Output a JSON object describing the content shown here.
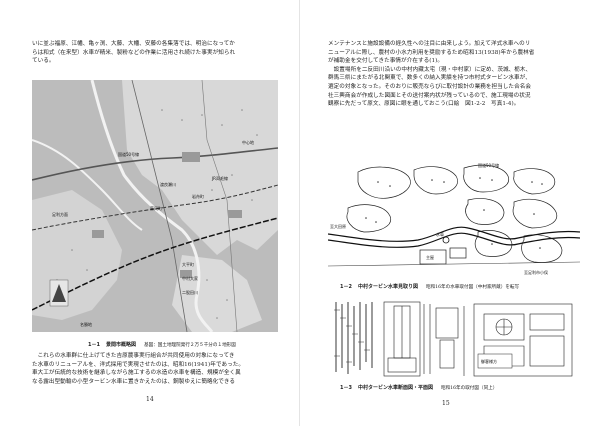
{
  "left_page": {
    "top_paragraph": "いに並ぶ福原、江幡、亀ヶ渕、大藤、大幡、安藤の各集落では、明治になってか\nらは和式（在来型）水車が精米、製粉などの作業に活用され続けた事実が知られ\nている。",
    "map_labels": {
      "road1": "国道50号線",
      "area1": "中心地",
      "area2": "JR両毛線",
      "area3": "岩舟町",
      "area4": "足利方面",
      "area5": "渡良瀬川",
      "area6": "藤岡町",
      "area7": "大平町",
      "area8": "中村大家",
      "area9": "二股田川",
      "area10": "名勝地"
    },
    "caption": {
      "number": "1－1",
      "title": "景間市概略図",
      "source": "基図：国土地理院発行２万５千分の１地形図"
    },
    "bottom_paragraph": "　これらの水車群に仕上げてきた吉原農事実行組合が共同使用の対象になってき\nた水車のリニューアルを、洋式採用で実現させたのは、昭和16(1941)年であった。\n車大工が伝統的な技術を継承しながら施工するの水造の水車を構造、規模が全く異\nなる露出型動輸の小型タービン水車に置きかえたのは、鋼製ゆえに簡略化できる",
    "page_number": "14"
  },
  "right_page": {
    "top_paragraph": "メンテナンスと施設設備の経久性への注目に由来しよう。加えて洋式水車へのリ\nニューアルに際し、農村の小水力利用を奨励するため昭和13(1938)年から農林省\nが補助金を交付してきた事情が介在する(1)。\n　設置場所を二反田川沿いの中村内藏太宅（現・中村家）に定め、茨城、栃木、\n群馬三県にまたがる北関東で、数多くの納入実績を持つ市村式タービン水車が、\n選定の対象となった。そのおりに販売ならびに取付設計の業務を担当した合名会\n社三興商会が作成した図面とその送付案内状が残っているので、施工現場の状況\n観察に先だって原文、原図に眼を通しておこう(口絵　図1-2-2　写真1-4)。",
    "fig2_labels": {
      "north": "国道50号線",
      "left": "至大田原",
      "center": "水車",
      "right": "至足利市小俣",
      "house": "主屋"
    },
    "caption2": {
      "number": "1－2",
      "title": "中村タービン水車見取り図",
      "source": "昭和16年の水車取付図（中村家所蔵）を転写"
    },
    "caption3": {
      "number": "1－3",
      "title": "中村タービン水車断面図・平面図",
      "source": "昭和16年の取付図（同上）"
    },
    "drawing_text": "御客様方",
    "page_number": "15"
  }
}
